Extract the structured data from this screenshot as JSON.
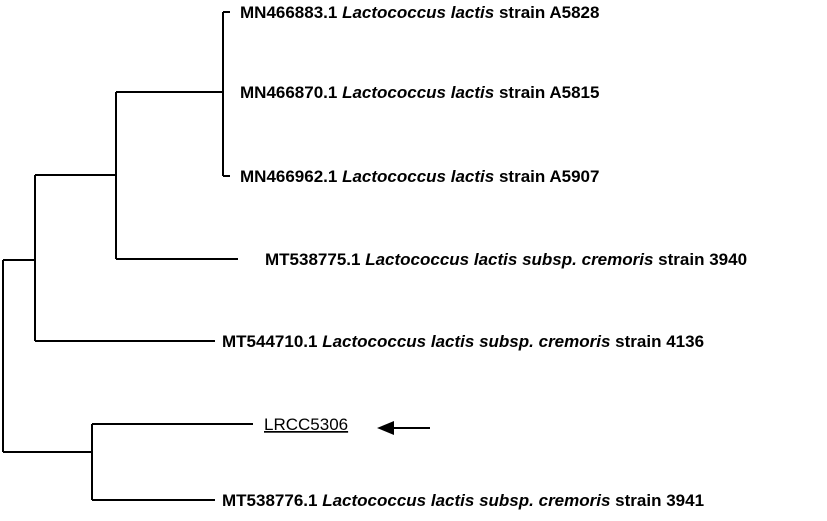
{
  "tree": {
    "leaves": [
      {
        "accession": "MN466883.1",
        "genus": "Lactococcus",
        "species": "lactis",
        "subsp_label": "",
        "subsp": "",
        "strain_word": "strain",
        "strain": "A5828"
      },
      {
        "accession": "MN466870.1",
        "genus": "Lactococcus",
        "species": "lactis",
        "subsp_label": "",
        "subsp": "",
        "strain_word": "strain",
        "strain": "A5815"
      },
      {
        "accession": "MN466962.1",
        "genus": "Lactococcus",
        "species": "lactis",
        "subsp_label": "",
        "subsp": "",
        "strain_word": "strain",
        "strain": "A5907"
      },
      {
        "accession": "MT538775.1",
        "genus": "Lactococcus",
        "species": "lactis",
        "subsp_label": "subsp.",
        "subsp": "cremoris",
        "strain_word": "strain",
        "strain": "3940"
      },
      {
        "accession": "MT544710.1",
        "genus": "Lactococcus",
        "species": "lactis",
        "subsp_label": "subsp.",
        "subsp": "cremoris",
        "strain_word": "strain",
        "strain": "4136"
      },
      {
        "accession": "MT538776.1",
        "genus": "Lactococcus",
        "species": "lactis",
        "subsp_label": "subsp.",
        "subsp": "cremoris",
        "strain_word": "strain",
        "strain": "3941"
      }
    ],
    "query": {
      "label": "LRCC5306",
      "marker": "left-arrow-icon"
    }
  },
  "colors": {
    "line": "#000000",
    "text": "#000000",
    "background": "#ffffff"
  }
}
